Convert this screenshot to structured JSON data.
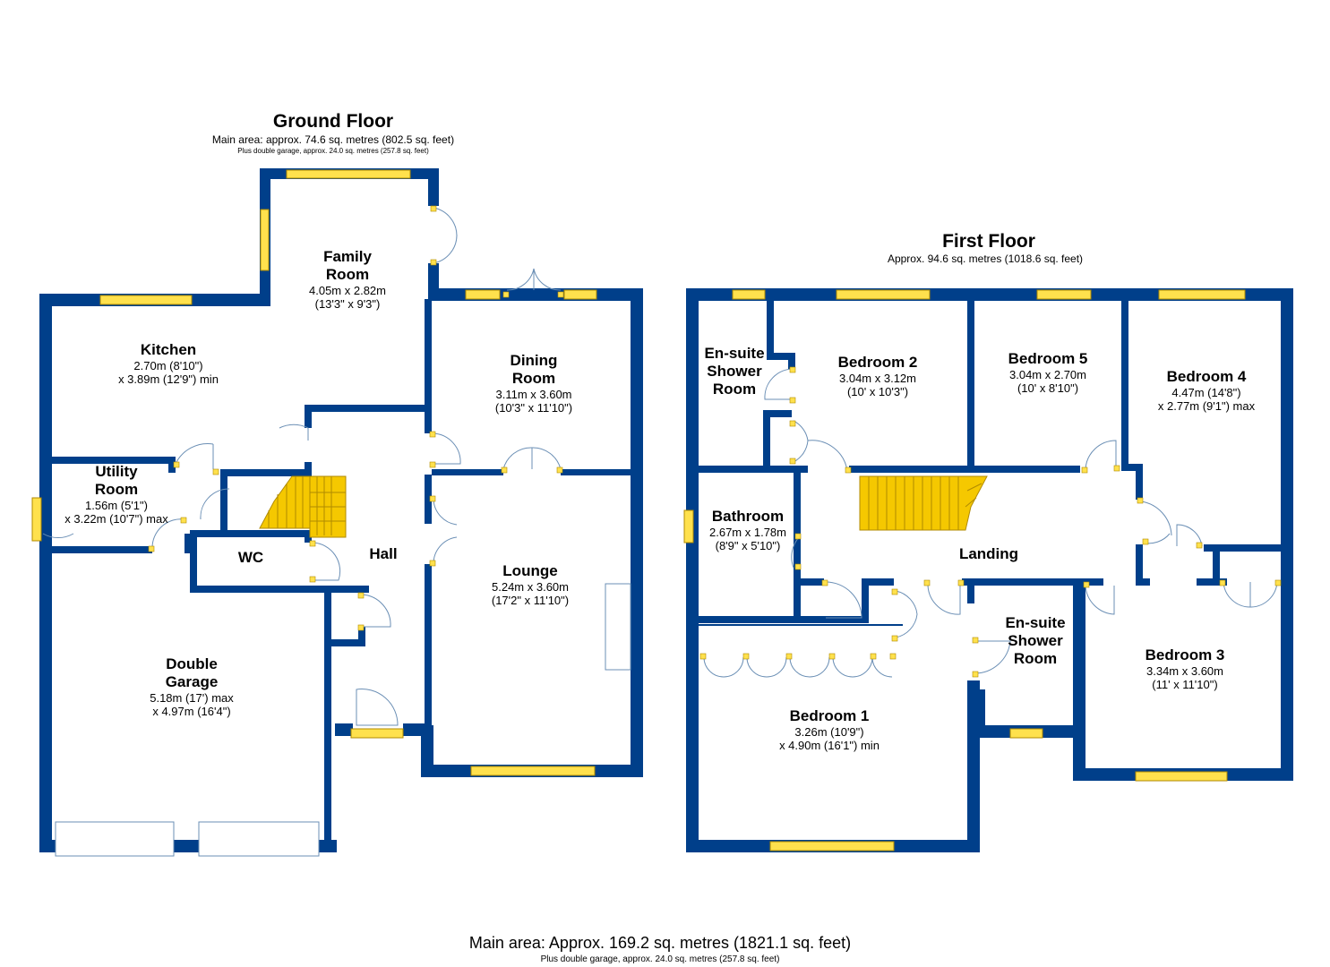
{
  "colors": {
    "wall": "#003f8a",
    "window": "#ffe14d",
    "stair": "#f5c800",
    "door_line": "#6b8fb5"
  },
  "ground_floor": {
    "title": "Ground Floor",
    "area": "Main area: approx. 74.6 sq. metres (802.5 sq. feet)",
    "garage_note": "Plus double garage, approx. 24.0 sq. metres (257.8 sq. feet)",
    "rooms": {
      "family": {
        "name_1": "Family",
        "name_2": "Room",
        "dim_1": "4.05m x 2.82m",
        "dim_2": "(13'3\" x 9'3\")"
      },
      "kitchen": {
        "name": "Kitchen",
        "dim_1": "2.70m (8'10\")",
        "dim_2": "x 3.89m (12'9\") min"
      },
      "dining": {
        "name_1": "Dining",
        "name_2": "Room",
        "dim_1": "3.11m x 3.60m",
        "dim_2": "(10'3\" x 11'10\")"
      },
      "utility": {
        "name_1": "Utility",
        "name_2": "Room",
        "dim_1": "1.56m (5'1\")",
        "dim_2": "x 3.22m (10'7\") max"
      },
      "wc": {
        "name": "WC"
      },
      "hall": {
        "name": "Hall"
      },
      "lounge": {
        "name": "Lounge",
        "dim_1": "5.24m x 3.60m",
        "dim_2": "(17'2\" x 11'10\")"
      },
      "garage": {
        "name_1": "Double",
        "name_2": "Garage",
        "dim_1": "5.18m (17') max",
        "dim_2": "x 4.97m (16'4\")"
      }
    }
  },
  "first_floor": {
    "title": "First Floor",
    "area": "Approx. 94.6 sq. metres (1018.6 sq. feet)",
    "rooms": {
      "ensuite_top": {
        "name_1": "En-suite",
        "name_2": "Shower",
        "name_3": "Room"
      },
      "bed2": {
        "name": "Bedroom 2",
        "dim_1": "3.04m x 3.12m",
        "dim_2": "(10' x 10'3\")"
      },
      "bed5": {
        "name": "Bedroom 5",
        "dim_1": "3.04m x 2.70m",
        "dim_2": "(10' x 8'10\")"
      },
      "bed4": {
        "name": "Bedroom 4",
        "dim_1": "4.47m (14'8\")",
        "dim_2": "x 2.77m (9'1\") max"
      },
      "bathroom": {
        "name": "Bathroom",
        "dim_1": "2.67m x 1.78m",
        "dim_2": "(8'9\" x 5'10\")"
      },
      "landing": {
        "name": "Landing"
      },
      "ensuite_bottom": {
        "name_1": "En-suite",
        "name_2": "Shower",
        "name_3": "Room"
      },
      "bed1": {
        "name": "Bedroom 1",
        "dim_1": "3.26m (10'9\")",
        "dim_2": "x 4.90m (16'1\") min"
      },
      "bed3": {
        "name": "Bedroom 3",
        "dim_1": "3.34m x 3.60m",
        "dim_2": "(11' x 11'10\")"
      }
    }
  },
  "totals": {
    "main": "Main area: Approx. 169.2 sq. metres (1821.1 sq. feet)",
    "garage_note": "Plus double garage, approx. 24.0 sq. metres (257.8 sq. feet)"
  }
}
